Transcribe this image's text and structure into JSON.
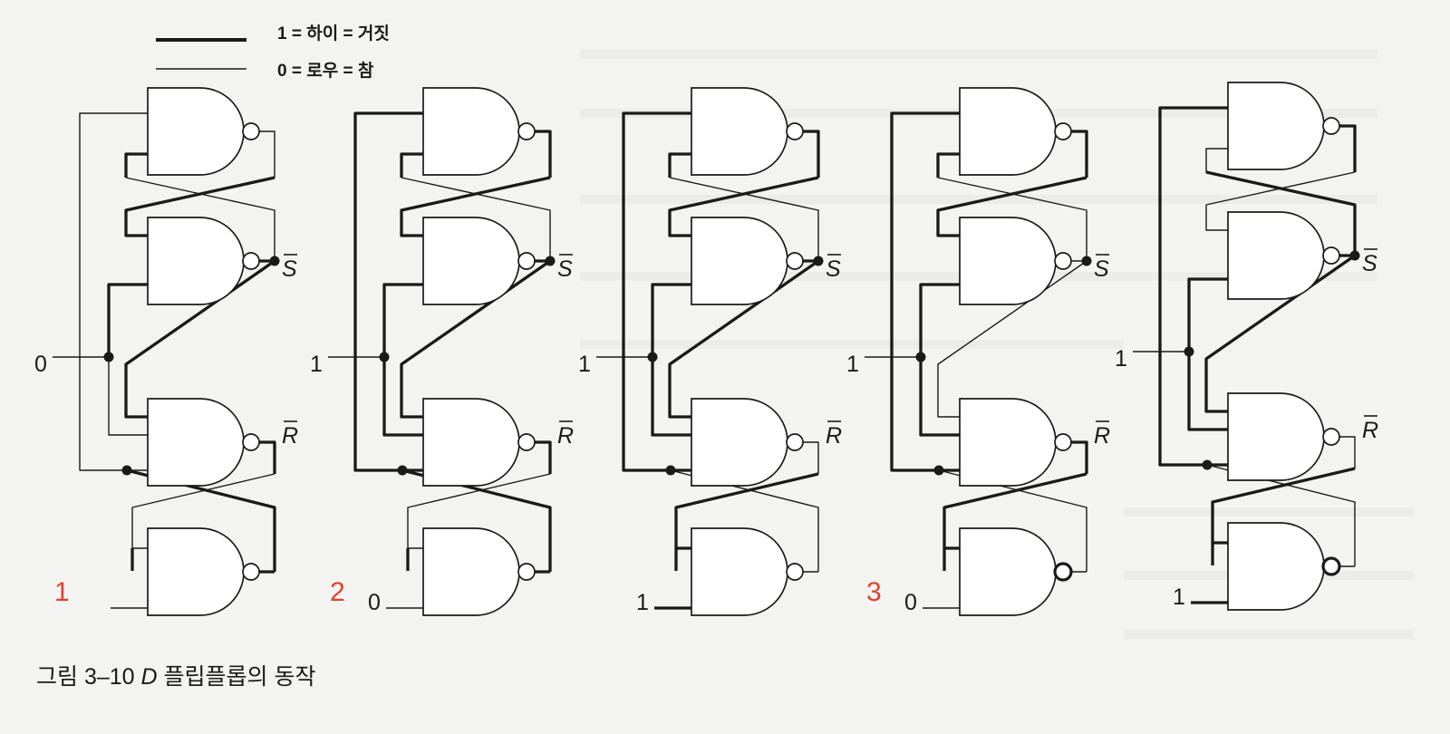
{
  "legend": {
    "high_label": "1 = 하이 = 거짓",
    "low_label": "0 = 로우 = 참"
  },
  "colors": {
    "step_label": "#e2422b",
    "ink": "#1a1a1a",
    "background": "#f3f3f1"
  },
  "panels": [
    {
      "data_input": "0",
      "clock_input": "",
      "step": "1",
      "out_s": "S",
      "out_r": "R"
    },
    {
      "data_input": "1",
      "clock_input": "0",
      "step": "2",
      "out_s": "S",
      "out_r": "R"
    },
    {
      "data_input": "1",
      "clock_input": "1",
      "step": "",
      "out_s": "S",
      "out_r": "R"
    },
    {
      "data_input": "1",
      "clock_input": "0",
      "step": "3",
      "out_s": "S",
      "out_r": "R"
    },
    {
      "data_input": "1",
      "clock_input": "1",
      "step": "",
      "out_s": "S",
      "out_r": "R"
    }
  ],
  "caption": {
    "prefix": "그림 3–10 ",
    "italic": "D",
    "suffix": " 플립플롭의 동작"
  }
}
